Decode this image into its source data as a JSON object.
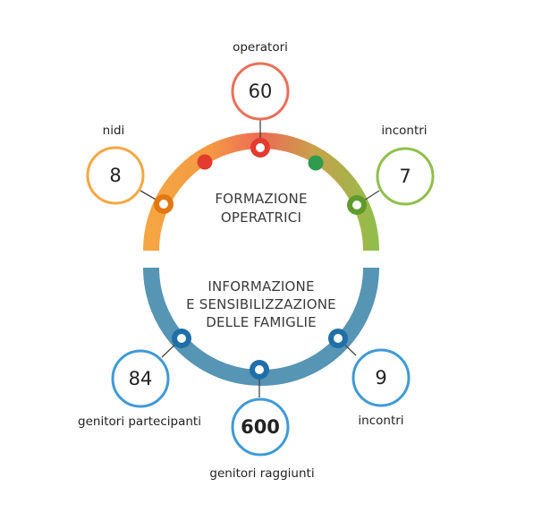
{
  "sections": {
    "top": {
      "title_lines": [
        "FORMAZIONE",
        "OPERATRICI"
      ]
    },
    "bottom": {
      "title_lines": [
        "INFORMAZIONE",
        "E SENSIBILIZZAZIONE",
        "DELLE FAMIGLIE"
      ]
    }
  },
  "metrics": [
    {
      "id": "operatori",
      "value": "60",
      "label": "operatori",
      "color": "#e8705a"
    },
    {
      "id": "nidi",
      "value": "8",
      "label": "nidi",
      "color": "#f5a742"
    },
    {
      "id": "incontri-formazione",
      "value": "7",
      "label": "incontri",
      "color": "#8ec04b"
    },
    {
      "id": "genitori-partecipanti",
      "value": "84",
      "label": "genitori partecipanti",
      "color": "#3f9ad6"
    },
    {
      "id": "genitori-raggiunti",
      "value": "600",
      "label": "genitori raggiunti",
      "color": "#3f9ad6"
    },
    {
      "id": "incontri-famiglie",
      "value": "9",
      "label": "incontri",
      "color": "#3f9ad6"
    }
  ],
  "colors": {
    "orange": "#f5a742",
    "red": "#ec6a55",
    "green": "#8ec04b",
    "blue": "#5695b4",
    "dot_red": "#e33b2e",
    "dot_green": "#2e9b4d",
    "ring_blue_dark": "#1f6fa8"
  }
}
